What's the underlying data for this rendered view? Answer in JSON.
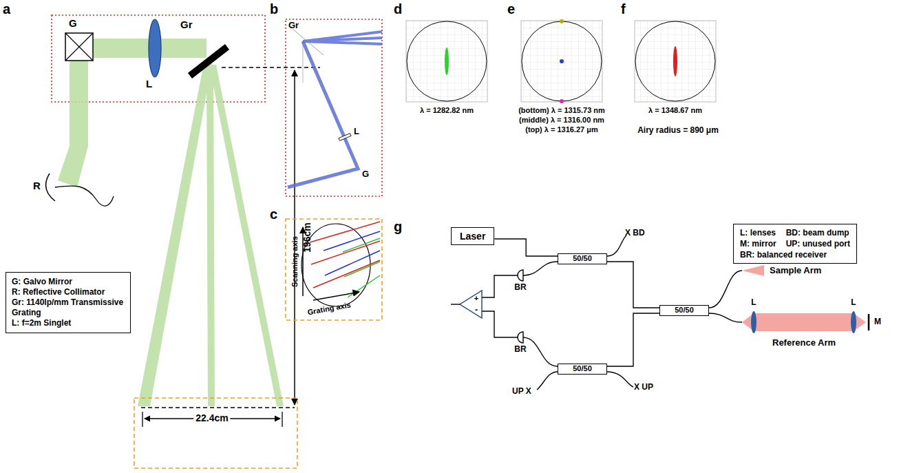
{
  "diagram": {
    "nodes": [
      {
        "text": [
          "G: Galvo Mirror",
          "R: Reflective Collimator",
          "Gr: 1140lp/mm Transmissive Grating",
          "L: f=2m Singlet"
        ]
      },
      {
        "text": [
          "Laser"
        ]
      },
      {
        "text": [
          "50/50"
        ]
      },
      {
        "text": [
          "50/50"
        ]
      },
      {
        "text": [
          "50/50"
        ]
      },
      {
        "text": [
          "L: lenses",
          "BD: beam dump",
          "M: mirror",
          "UP: unused port",
          "BR: balanced receiver"
        ]
      }
    ],
    "edges": [
      {
        "from": 1,
        "to": 2,
        "arrow": "none"
      },
      {
        "from": 2,
        "to": 3,
        "arrow": "none"
      },
      {
        "from": 4,
        "to": 3,
        "arrow": "none"
      }
    ],
    "labels": [
      "a",
      "G",
      "L",
      "Gr",
      "R",
      "196cm",
      "22.4cm",
      "b",
      "Gr",
      "L",
      "G",
      "c",
      "Scanning axis",
      "Grating axis",
      "d",
      "λ = 1282.82 nm",
      "e",
      "(bottom) λ = 1315.73 nm",
      "(middle) λ = 1316.00 nm",
      "(top) λ = 1316.27 μm",
      "f",
      "λ = 1348.67 nm",
      "Airy radius = 890 μm",
      "g",
      "X BD",
      "BR",
      "BR",
      "+",
      "-",
      "UP X",
      "X UP",
      "Sample Arm",
      "Reference Arm",
      "L",
      "L",
      "M"
    ]
  }
}
